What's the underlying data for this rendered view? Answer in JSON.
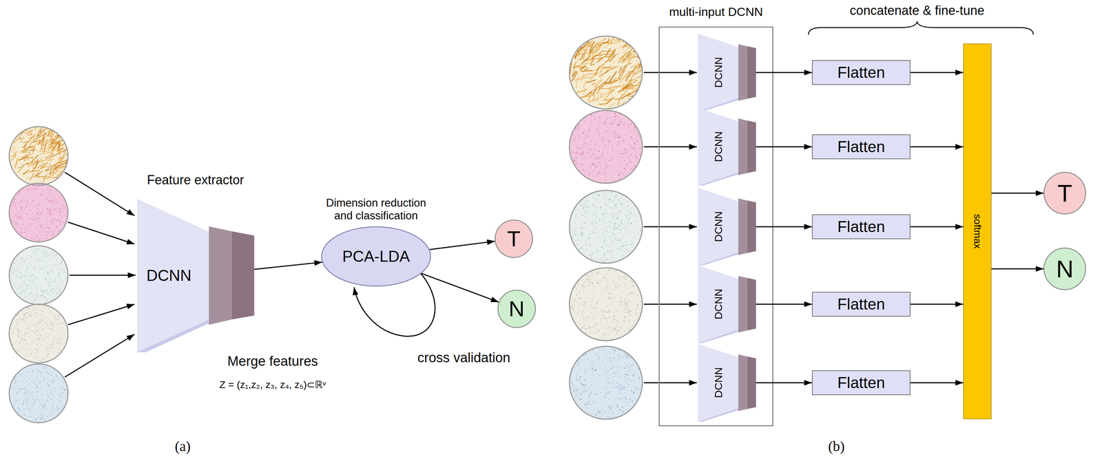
{
  "diagram": {
    "nodes": [
      {
        "text": [
          "Feature extractor",
          "DCNN"
        ]
      },
      {
        "text": [
          "Dimension reduction and classification",
          "PCA-LDA"
        ]
      },
      {
        "text": [
          "T"
        ]
      },
      {
        "text": [
          "N"
        ]
      },
      {
        "text": [
          "multi-input DCNN"
        ]
      },
      {
        "text": [
          "DCNN"
        ],
        "in": 4
      },
      {
        "text": [
          "DCNN"
        ],
        "in": 4
      },
      {
        "text": [
          "DCNN"
        ],
        "in": 4
      },
      {
        "text": [
          "DCNN"
        ],
        "in": 4
      },
      {
        "text": [
          "DCNN"
        ],
        "in": 4
      },
      {
        "text": [
          "Flatten"
        ]
      },
      {
        "text": [
          "Flatten"
        ]
      },
      {
        "text": [
          "Flatten"
        ]
      },
      {
        "text": [
          "Flatten"
        ]
      },
      {
        "text": [
          "Flatten"
        ]
      },
      {
        "text": [
          "softmax"
        ]
      },
      {
        "text": [
          "T"
        ]
      },
      {
        "text": [
          "N"
        ]
      }
    ],
    "edges": [
      {
        "from": 0,
        "to": 1,
        "arrow": "to"
      },
      {
        "from": 1,
        "to": 2,
        "arrow": "to"
      },
      {
        "from": 1,
        "to": 3,
        "arrow": "to"
      },
      {
        "from": 5,
        "to": 10,
        "arrow": "to"
      },
      {
        "from": 6,
        "to": 11,
        "arrow": "to"
      },
      {
        "from": 7,
        "to": 12,
        "arrow": "to"
      },
      {
        "from": 8,
        "to": 13,
        "arrow": "to"
      },
      {
        "from": 9,
        "to": 14,
        "arrow": "to"
      },
      {
        "from": 10,
        "to": 15,
        "arrow": "to"
      },
      {
        "from": 11,
        "to": 15,
        "arrow": "to"
      },
      {
        "from": 12,
        "to": 15,
        "arrow": "to"
      },
      {
        "from": 13,
        "to": 15,
        "arrow": "to"
      },
      {
        "from": 14,
        "to": 15,
        "arrow": "to"
      },
      {
        "from": 15,
        "to": 16,
        "arrow": "to"
      },
      {
        "from": 15,
        "to": 17,
        "arrow": "to"
      }
    ],
    "labels": [
      "Merge features",
      "Z = (z₁,z₂, z₃, z₄, z₅)⊂ℝᵛ",
      "cross validation",
      "concatenate & fine-tune",
      "(a)",
      "(b)"
    ]
  }
}
